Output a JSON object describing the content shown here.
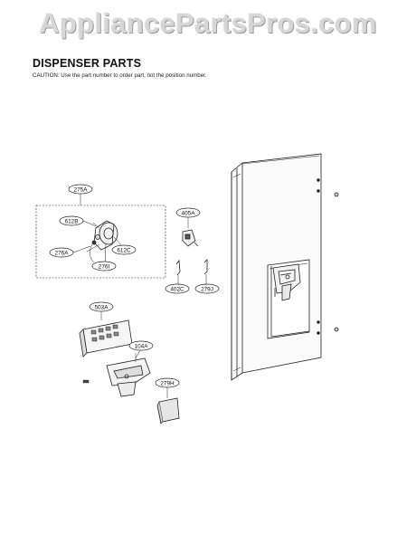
{
  "watermark": "AppliancePartsPros.com",
  "header": {
    "title": "DISPENSER PARTS",
    "caution": "CAUTION: Use the part number to order part, not the position number."
  },
  "callouts": {
    "p275A": "275A",
    "p612B": "612B",
    "p276A": "276A",
    "p612C": "612C",
    "p276I": "276I",
    "p405A": "405A",
    "p402C": "402C",
    "p279J": "279J",
    "p503A": "503A",
    "p104A": "104A",
    "p279H": "279H"
  }
}
